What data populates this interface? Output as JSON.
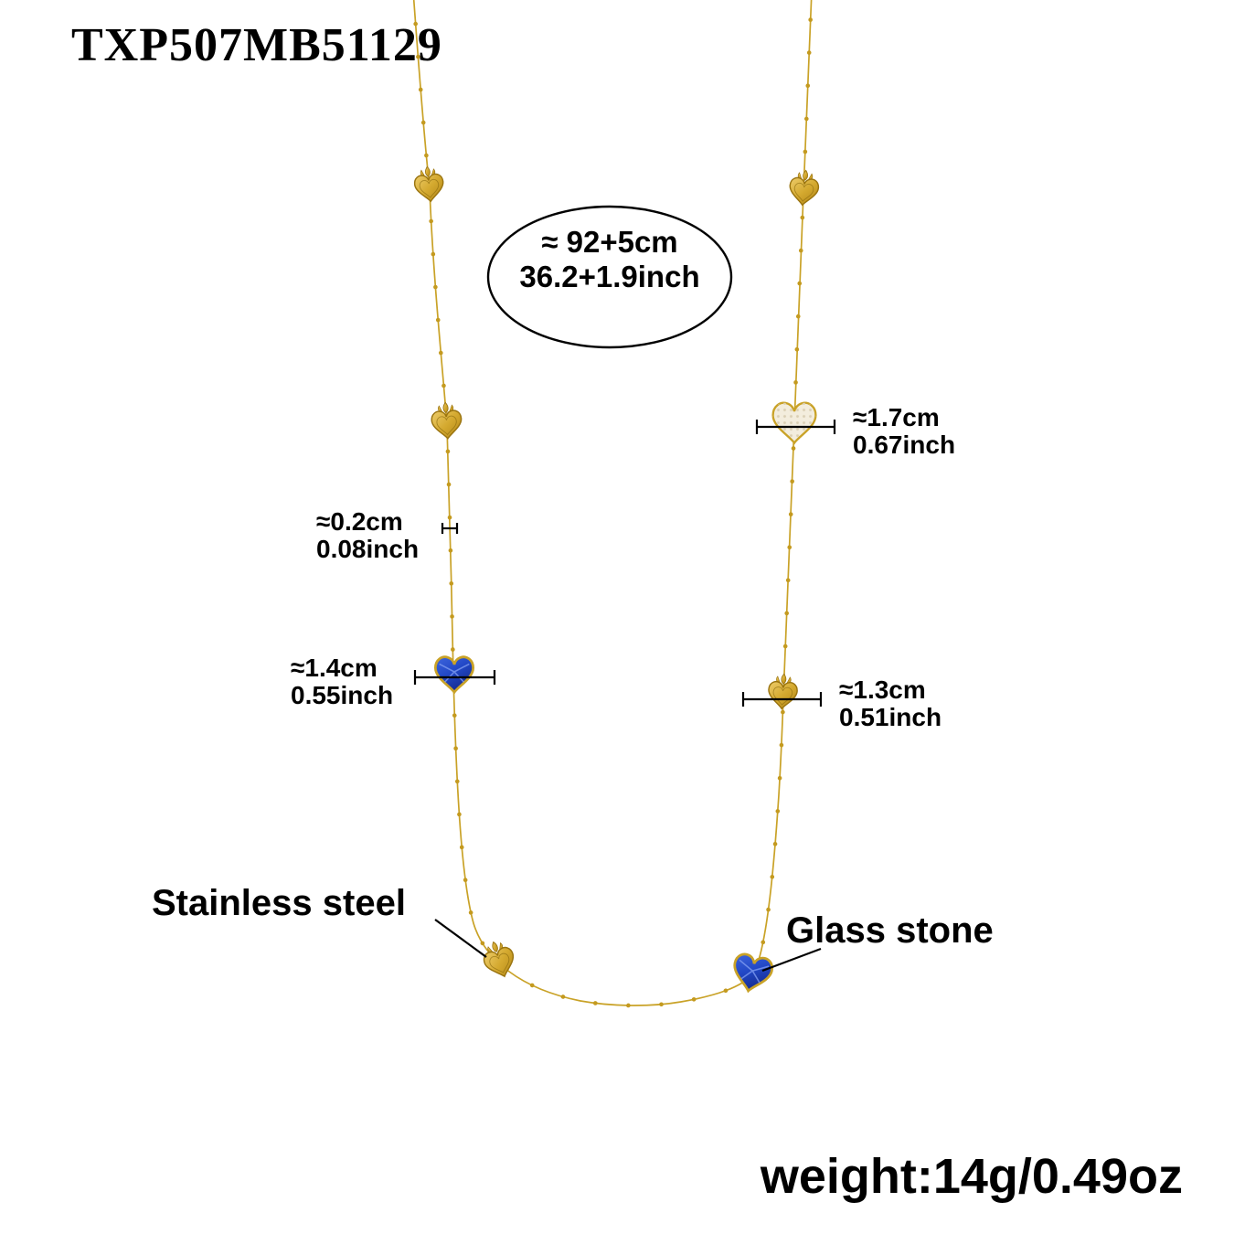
{
  "product": {
    "code": "TXP507MB51129"
  },
  "length": {
    "metric": "≈ 92+5cm",
    "imperial": "36.2+1.9inch"
  },
  "measurements": {
    "pave_heart": {
      "metric": "≈1.7cm",
      "imperial": "0.67inch"
    },
    "chain_bead": {
      "metric": "≈0.2cm",
      "imperial": "0.08inch"
    },
    "blue_heart": {
      "metric": "≈1.4cm",
      "imperial": "0.55inch"
    },
    "gold_heart": {
      "metric": "≈1.3cm",
      "imperial": "0.51inch"
    }
  },
  "materials": {
    "metal": "Stainless steel",
    "stone": "Glass stone"
  },
  "weight": {
    "text": "weight:14g/0.49oz"
  },
  "charms": {
    "gold_heart": "sacred-heart-gold-charm",
    "pave_heart": "pave-crystal-heart-charm",
    "blue_heart": "blue-glass-heart-charm"
  },
  "colors": {
    "gold": "#C9A227",
    "gold_dark": "#9A7410",
    "gold_light": "#EDCC6B",
    "glass_blue": "#2248C6",
    "pave_cream": "#F3EDDD",
    "text": "#000000",
    "background": "#FFFFFF"
  }
}
